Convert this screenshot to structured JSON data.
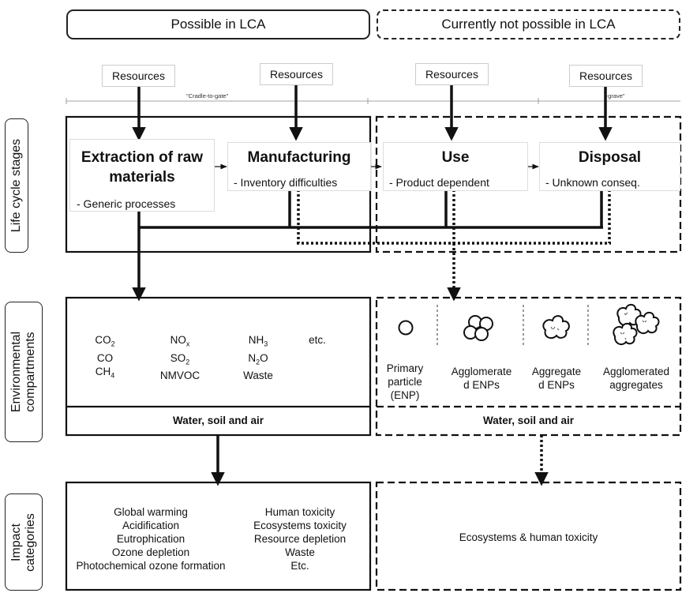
{
  "headers": {
    "possible": "Possible in LCA",
    "not_possible": "Currently not possible in LCA"
  },
  "resources_label": "Resources",
  "scope": {
    "cradle_to_gate": "\"Cradle-to-gate\"",
    "grave": "\"-grave\""
  },
  "side_labels": {
    "life_cycle": "Life cycle stages",
    "env_line1": "Environmental",
    "env_line2": "compartments",
    "impact_line1": "Impact",
    "impact_line2": "categories"
  },
  "stages": {
    "extraction": {
      "title_line1": "Extraction of raw",
      "title_line2": "materials",
      "note": "- Generic processes"
    },
    "manufacturing": {
      "title": "Manufacturing",
      "note": "- Inventory difficulties"
    },
    "use": {
      "title": "Use",
      "note": "- Product dependent"
    },
    "disposal": {
      "title": "Disposal",
      "note": "- Unknown conseq."
    }
  },
  "emissions": {
    "col1": [
      "CO2",
      "CO",
      "CH4"
    ],
    "col2": [
      "NOx",
      "SO2",
      "NMVOC"
    ],
    "col3": [
      "NH3",
      "N2O",
      "Waste"
    ],
    "col4": "etc."
  },
  "particles": {
    "primary_line1": "Primary",
    "primary_line2": "particle",
    "primary_line3": "(ENP)",
    "agglomerated_line1": "Agglomerate",
    "agglomerated_line2": "d ENPs",
    "aggregate_line1": "Aggregate",
    "aggregate_line2": "d ENPs",
    "agg_agg_line1": "Agglomerated",
    "agg_agg_line2": "aggregates"
  },
  "compartment_label": "Water, soil and air",
  "impacts": {
    "left": [
      "Global warming",
      "Acidification",
      "Eutrophication",
      "Ozone depletion",
      "Photochemical ozone formation"
    ],
    "right": [
      "Human toxicity",
      "Ecosystems toxicity",
      "Resource depletion",
      "Waste",
      "Etc."
    ],
    "nano": "Ecosystems & human toxicity"
  }
}
